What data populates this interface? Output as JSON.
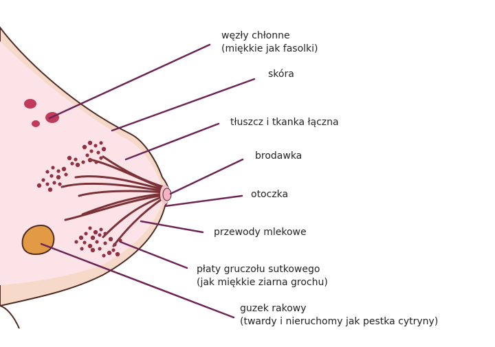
{
  "colors": {
    "outer_skin": "#f7d9c9",
    "inner_tissue": "#fbe3e8",
    "outline": "#4d2a22",
    "ducts": "#7a3236",
    "lobules": "#8f3140",
    "lymph_nodes": "#c03a5c",
    "nipple": "#f5b3c3",
    "areola": "#f0c4cd",
    "tumor": "#e39a45",
    "leader_lines": "#6b2454",
    "text": "#222222"
  },
  "labels": {
    "lymph_nodes": {
      "line1": "węzły chłonne",
      "line2": "(miękkie jak fasolki)",
      "icon": "lymph-node"
    },
    "skin": {
      "line1": "skóra"
    },
    "fat": {
      "line1": "tłuszcz i tkanka łączna"
    },
    "nipple": {
      "line1": "brodawka"
    },
    "areola": {
      "line1": "otoczka"
    },
    "ducts": {
      "line1": "przewody mlekowe"
    },
    "lobules": {
      "line1": "płaty gruczołu sutkowego",
      "line2": "(jak miękkie ziarna grochu)"
    },
    "tumor": {
      "line1": "guzek rakowy",
      "line2": "(twardy i nieruchomy jak pestka cytryny)"
    }
  }
}
